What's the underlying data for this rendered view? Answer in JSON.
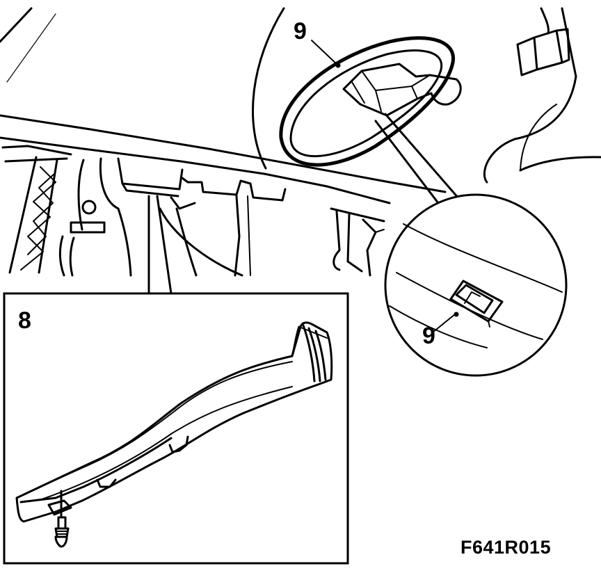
{
  "callouts": {
    "part_9_main": "9",
    "part_9_detail": "9",
    "part_8": "8"
  },
  "figure_code": "F641R015",
  "colors": {
    "ink": "#000000",
    "paper": "#ffffff"
  }
}
